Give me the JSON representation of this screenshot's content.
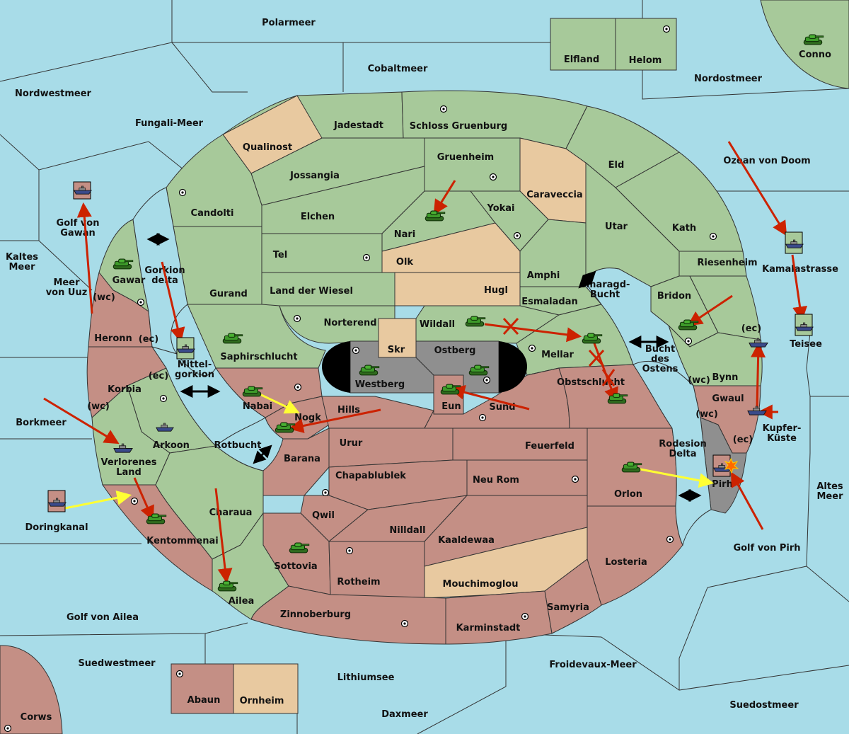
{
  "colors": {
    "sea": "#a8dce8",
    "green_power": "#a7c99a",
    "red_power": "#c48f85",
    "neutral": "#e8c9a0",
    "impassable": "#8f8f8f",
    "move_arrow": "#cc2200",
    "support_arrow": "#ffff33",
    "convoy_arrow": "#000000"
  },
  "icons": [
    "tank-icon",
    "ship-icon",
    "supply-center-icon",
    "explosion-icon",
    "failed-order-icon",
    "double-arrow-icon"
  ],
  "labels": {
    "polarmeer": "Polarmeer",
    "cobaltmeer": "Cobaltmeer",
    "nordwestmeer": "Nordwestmeer",
    "nordostmeer": "Nordostmeer",
    "fungali": "Fungali-Meer",
    "elfland": "Elfland",
    "helom": "Helom",
    "conno": "Conno",
    "jadestadt": "Jadestadt",
    "schloss": "Schloss Gruenburg",
    "qualinost": "Qualinost",
    "gruenheim": "Gruenheim",
    "eld": "Eld",
    "ozean": "Ozean von Doom",
    "jossangia": "Jossangia",
    "caraveccia": "Caraveccia",
    "candolti": "Candolti",
    "elchen": "Elchen",
    "yokai": "Yokai",
    "utar": "Utar",
    "kath": "Kath",
    "nari": "Nari",
    "golf_gawan": "Golf von\nGawan",
    "kamalastrasse": "Kamalastrasse",
    "tel": "Tel",
    "olk": "Olk",
    "amphi": "Amphi",
    "riesenheim": "Riesenheim",
    "kaltes": "Kaltes\nMeer",
    "gawar": "Gawar",
    "gorkion": "Gorkion\ndelta",
    "land_wiesel": "Land der Wiesel",
    "hugl": "Hugl",
    "smaragd": "Smaragd-\nBucht",
    "meer_uuz": "Meer\nvon Uuz",
    "gurand": "Gurand",
    "esmaladan": "Esmaladan",
    "bridon": "Bridon",
    "teisee": "Teisee",
    "wc": "(wc)",
    "ec": "(ec)",
    "norterend": "Norterend",
    "wildall": "Wildall",
    "heronn": "Heronn",
    "skr": "Skr",
    "ostberg": "Ostberg",
    "mellar": "Mellar",
    "saphirschlucht": "Saphirschlucht",
    "mittelgorkion": "Mittel-\ngorkion",
    "bucht_ostens": "Bucht\ndes\nOstens",
    "bynn": "Bynn",
    "westberg": "Westberg",
    "obstschlucht": "Obstschlucht",
    "korbia": "Korbia",
    "gwaul": "Gwaul",
    "nabai": "Nabai",
    "eun": "Eun",
    "sund": "Sund",
    "hills": "Hills",
    "borkmeer": "Borkmeer",
    "nogk": "Nogk",
    "kupfer": "Kupfer-\nKüste",
    "arkoon": "Arkoon",
    "rotbucht": "Rotbucht",
    "urur": "Urur",
    "feuerfeld": "Feuerfeld",
    "rodesion": "Rodesion\nDelta",
    "verlorenes": "Verlorenes\nLand",
    "barana": "Barana",
    "chapablublek": "Chapablublek",
    "neu_rom": "Neu Rom",
    "pirh": "Pirh",
    "altes": "Altes\nMeer",
    "orlon": "Orlon",
    "doringkanal": "Doringkanal",
    "charaua": "Charaua",
    "qwil": "Qwil",
    "nilldall": "Nilldall",
    "kaaldewaa": "Kaaldewaa",
    "kentommenai": "Kentommenai",
    "golf_pirh": "Golf von Pirh",
    "sottovia": "Sottovia",
    "losteria": "Losteria",
    "rotheim": "Rotheim",
    "mouchimoglou": "Mouchimoglou",
    "ailea": "Ailea",
    "samyria": "Samyria",
    "golf_ailea": "Golf von Ailea",
    "zinnoberburg": "Zinnoberburg",
    "karminstadt": "Karminstadt",
    "suedwestmeer": "Suedwestmeer",
    "froidevaux": "Froidevaux-Meer",
    "lithiumsee": "Lithiumsee",
    "abaun": "Abaun",
    "ornheim": "Ornheim",
    "suedostmeer": "Suedostmeer",
    "corws": "Corws",
    "daxmeer": "Daxmeer"
  }
}
